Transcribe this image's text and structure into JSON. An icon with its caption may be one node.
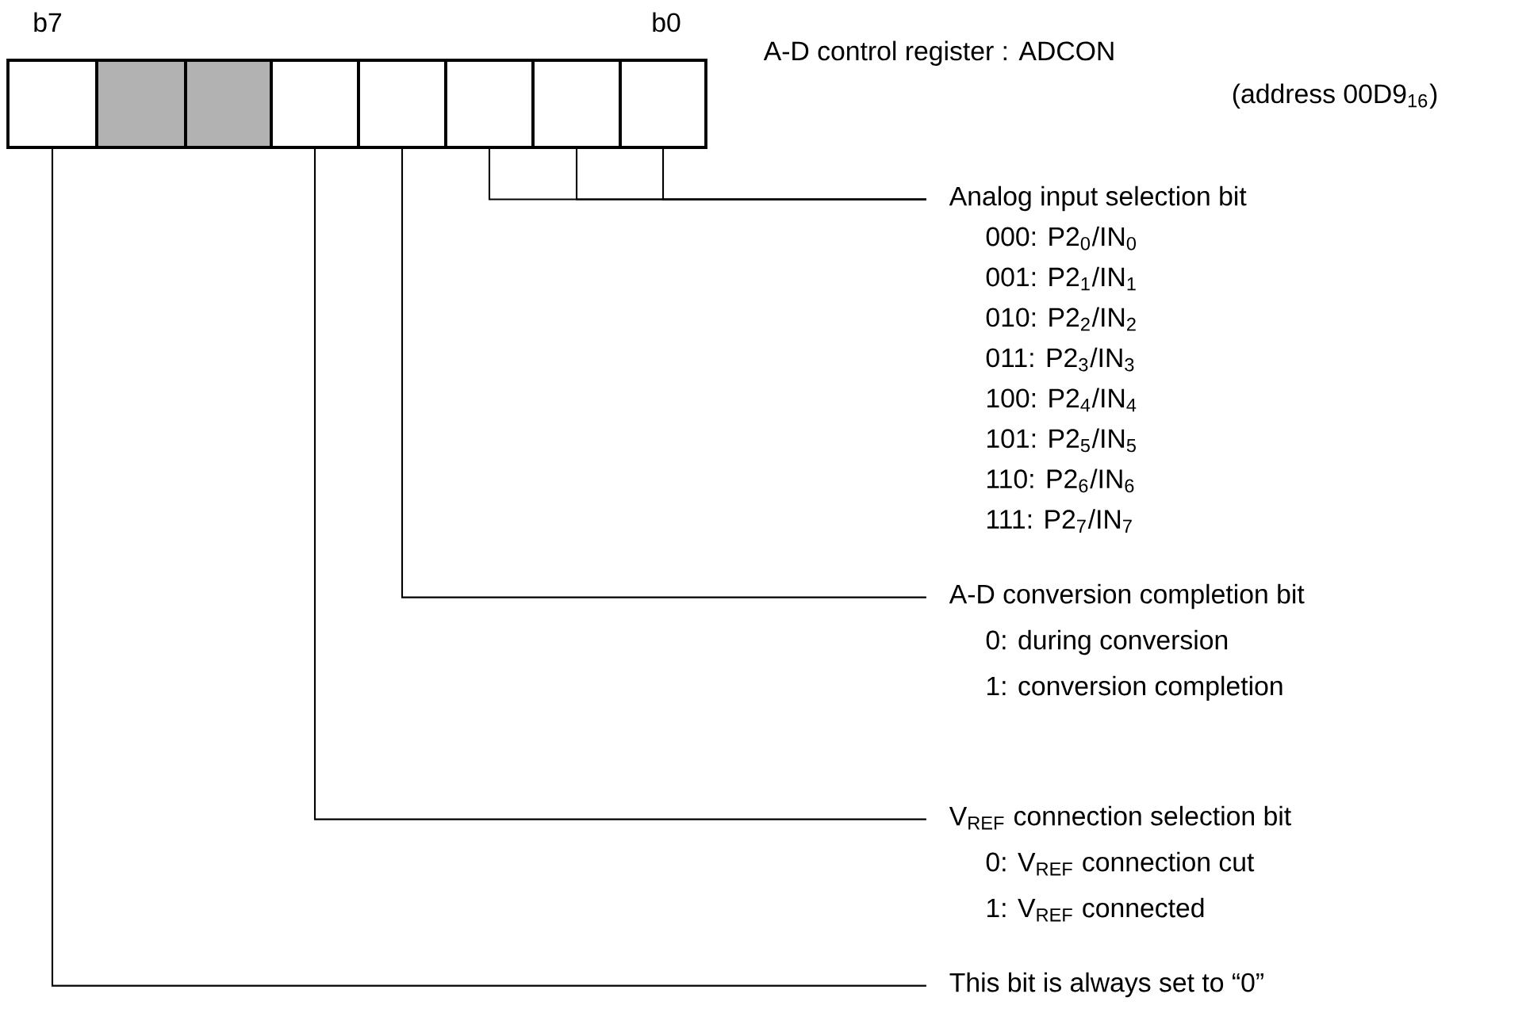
{
  "diagram": {
    "nodes": [
      {
        "text": [],
        "shape": "box"
      },
      {
        "text": [],
        "shape": "box"
      },
      {
        "text": [],
        "shape": "box"
      },
      {
        "text": [],
        "shape": "box"
      },
      {
        "text": [],
        "shape": "box"
      },
      {
        "text": [],
        "shape": "box"
      },
      {
        "text": [],
        "shape": "box"
      },
      {
        "text": [],
        "shape": "box"
      },
      {
        "text": [
          "Analog input selection bit",
          "000: P2$_{0}$/IN$_{0}$",
          "001: P2$_{1}$/IN$_{1}$",
          "010: P2$_{2}$/IN$_{2}$",
          "011: P2$_{3}$/IN$_{3}$",
          "100: P2$_{4}$/IN$_{4}$",
          "101: P2$_{5}$/IN$_{5}$",
          "110: P2$_{6}$/IN$_{6}$",
          "111: P2$_{7}$/IN$_{7}$"
        ]
      },
      {
        "text": [
          "A-D conversion completion bit",
          "0: during conversion",
          "1: conversion completion"
        ]
      },
      {
        "text": [
          "V$_{REF}$ connection selection bit",
          "0: V$_{REF}$ connection cut",
          "1: V$_{REF}$ connected"
        ]
      },
      {
        "text": [
          "This bit is always set to “0”"
        ]
      }
    ],
    "edges": [
      {
        "from": 7,
        "to": 8,
        "arrow": "none"
      },
      {
        "from": 6,
        "to": 8,
        "arrow": "none"
      },
      {
        "from": 5,
        "to": 8,
        "arrow": "none"
      },
      {
        "from": 4,
        "to": 9,
        "arrow": "none"
      },
      {
        "from": 3,
        "to": 10,
        "arrow": "none"
      },
      {
        "from": 0,
        "to": 11,
        "arrow": "none"
      }
    ],
    "labels": [
      "b7",
      "b0",
      "A-D control register : ADCON",
      "(address 00D9$_{16}$)"
    ]
  }
}
